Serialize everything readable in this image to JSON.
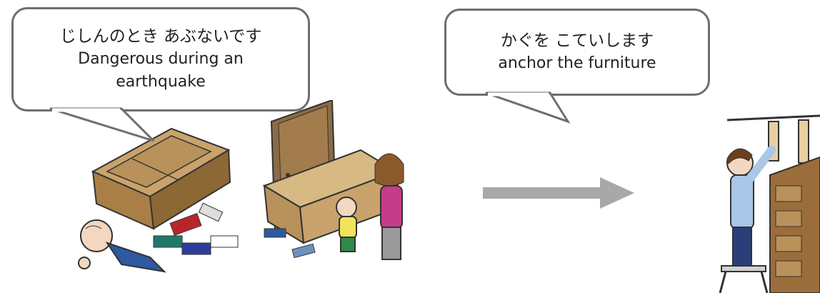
{
  "left_bubble": {
    "jp": "じしんのとき あぶないです",
    "en_line1": "Dangerous during an",
    "en_line2": "earthquake"
  },
  "right_bubble": {
    "jp": "かぐを こていします",
    "en": "anchor the furniture"
  },
  "colors": {
    "bubble_border": "#6e6e6e",
    "furniture": "#b9915a",
    "furniture_dark": "#7a5a2e",
    "arrow": "#a8a8a8"
  },
  "icons": [
    "falling-dresser-illustration",
    "toppled-shelf-family-illustration",
    "right-arrow-icon",
    "anchoring-furniture-illustration"
  ]
}
